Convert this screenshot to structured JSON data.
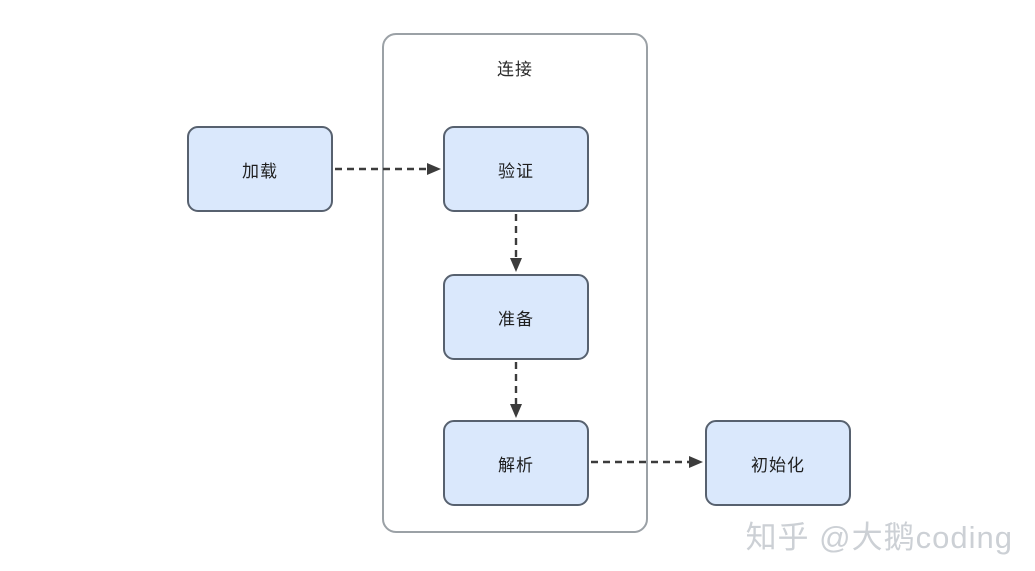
{
  "diagram": {
    "title": "",
    "background_color": "#ffffff",
    "group": {
      "label": "连接",
      "border_color": "#9ba1a6"
    },
    "node_style": {
      "fill": "#dae8fc",
      "stroke": "#57616f",
      "text_color": "#1f1f1f"
    },
    "edge_style": {
      "stroke": "#3c3c3c",
      "dash": "dashed",
      "arrowhead": "solid-triangle"
    },
    "nodes": [
      {
        "id": "load",
        "label": "加载"
      },
      {
        "id": "verify",
        "label": "验证"
      },
      {
        "id": "prepare",
        "label": "准备"
      },
      {
        "id": "parse",
        "label": "解析"
      },
      {
        "id": "init",
        "label": "初始化"
      }
    ],
    "edges": [
      {
        "from": "加载",
        "to": "验证",
        "label": ""
      },
      {
        "from": "验证",
        "to": "准备",
        "label": ""
      },
      {
        "from": "准备",
        "to": "解析",
        "label": ""
      },
      {
        "from": "解析",
        "to": "初始化",
        "label": ""
      }
    ]
  },
  "watermark": {
    "text": "知乎 @大鹅coding",
    "color": "#ccd0d5"
  }
}
